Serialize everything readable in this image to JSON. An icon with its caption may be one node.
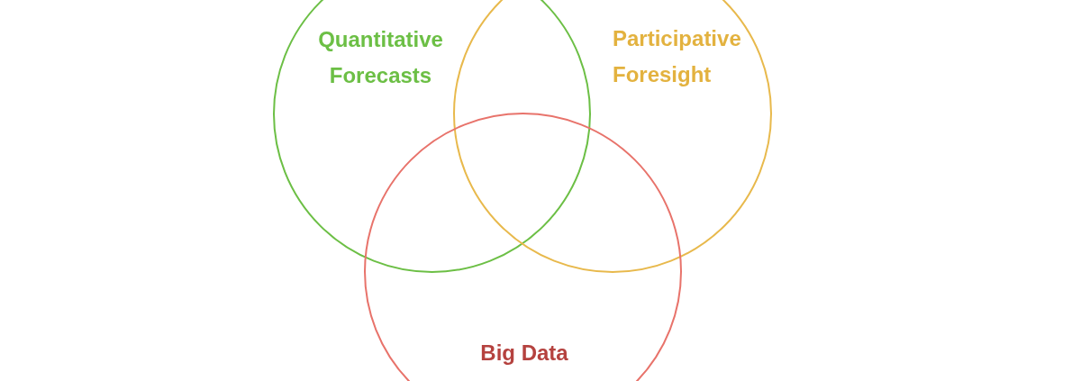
{
  "diagram": {
    "nodes": [
      {
        "text": [
          "Quantitative Forecasts"
        ]
      },
      {
        "text": [
          "Participative Foresight"
        ]
      },
      {
        "text": [
          "Big Data"
        ]
      }
    ]
  }
}
